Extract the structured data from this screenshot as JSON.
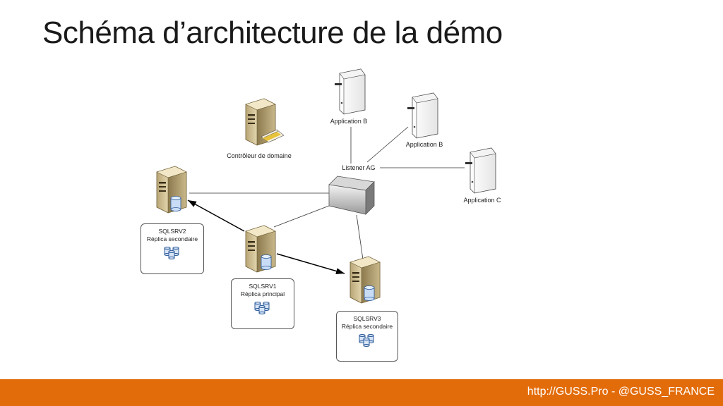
{
  "slide": {
    "title": "Schéma d’architecture de la démo"
  },
  "diagram": {
    "nodes": {
      "app_b_top": {
        "label": "Application B",
        "icon": "web-server-icon"
      },
      "app_b_right": {
        "label": "Application B",
        "icon": "web-server-icon"
      },
      "app_c": {
        "label": "Application C",
        "icon": "web-server-icon"
      },
      "domain_controller": {
        "label": "Contrôleur de domaine",
        "icon": "domain-controller-icon"
      },
      "listener": {
        "label": "Listener AG",
        "icon": "listener-box-icon"
      },
      "sqlsrv2": {
        "name": "SQLSRV2",
        "role": "Réplica secondaire",
        "icon": "sql-server-icon"
      },
      "sqlsrv1": {
        "name": "SQLSRV1",
        "role": "Réplica principal",
        "icon": "sql-server-icon"
      },
      "sqlsrv3": {
        "name": "SQLSRV3",
        "role": "Réplica secondaire",
        "icon": "sql-server-icon"
      }
    }
  },
  "footer": {
    "text": "http://GUSS.Pro - @GUSS_FRANCE",
    "color": "#e36c0a"
  }
}
